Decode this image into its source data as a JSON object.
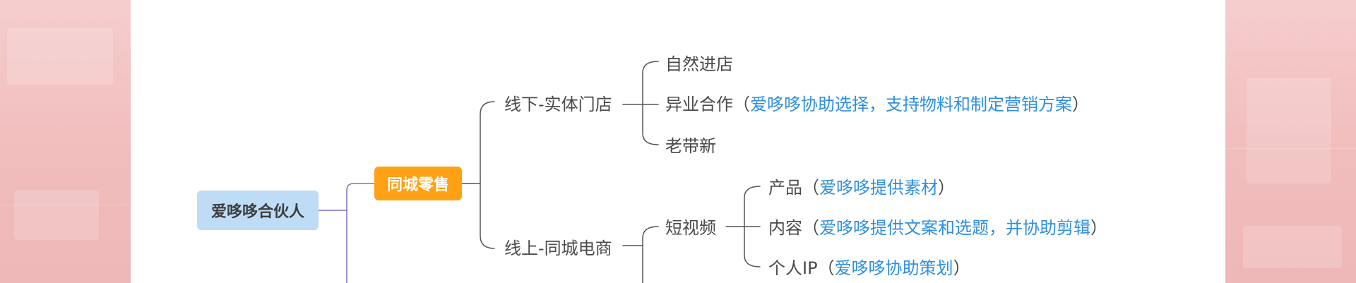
{
  "mindmap": {
    "root": {
      "label": "爱哆哆合伙人"
    },
    "retail": {
      "label": "同城零售"
    },
    "offline": {
      "label": "线下-实体门店",
      "children": [
        {
          "label": "自然进店"
        },
        {
          "label": "异业合作",
          "open": "（",
          "note": "爱哆哆协助选择，支持物料和制定营销方案",
          "close": "）"
        },
        {
          "label": "老带新"
        }
      ]
    },
    "online": {
      "label": "线上-同城电商",
      "short_video": {
        "label": "短视频",
        "children": [
          {
            "label": "产品",
            "open": "（",
            "note": "爱哆哆提供素材",
            "close": "）"
          },
          {
            "label": "内容",
            "open": "（",
            "note": "爱哆哆提供文案和选题，并协助剪辑",
            "close": "）"
          },
          {
            "label": "个人IP",
            "open": "（",
            "note": "爱哆哆协助策划",
            "close": "）"
          }
        ]
      }
    }
  },
  "colors": {
    "root_fill": "#bedcf6",
    "retail_fill": "#ffa114",
    "note_text": "#2f8fde",
    "main_text": "#4a4a4a",
    "root_connector": "#7a72c4",
    "branch_connector": "#555555",
    "background_panel": "#f3c3c3"
  }
}
